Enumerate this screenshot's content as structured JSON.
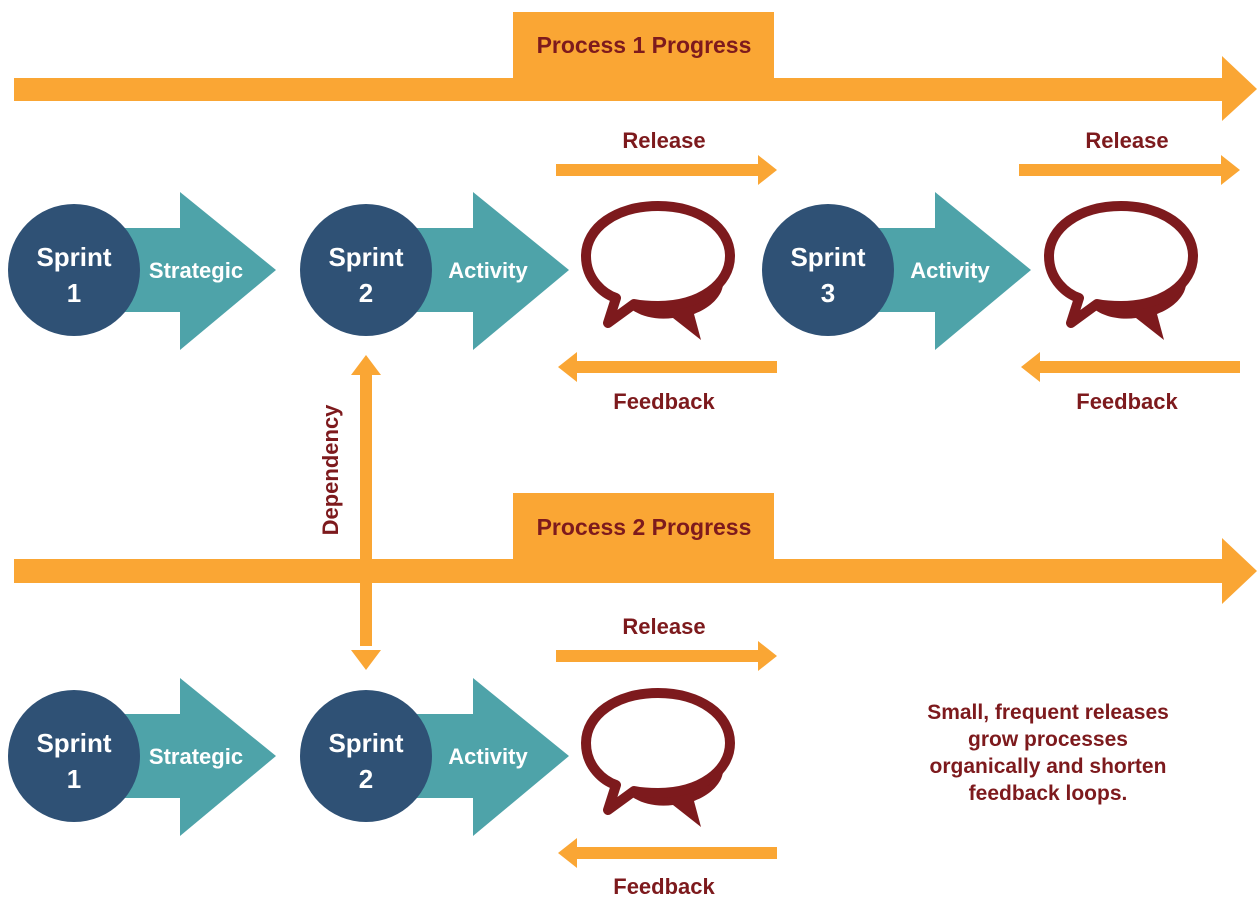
{
  "colors": {
    "orange": "#faa634",
    "teal": "#4ea3a9",
    "navy": "#2f5175",
    "maroon": "#7d1a1d",
    "white": "#ffffff"
  },
  "process1": {
    "banner": "Process 1 Progress",
    "steps": [
      {
        "sprint_word": "Sprint",
        "sprint_number": "1",
        "stage": "Strategic"
      },
      {
        "sprint_word": "Sprint",
        "sprint_number": "2",
        "stage": "Activity"
      },
      {
        "sprint_word": "Sprint",
        "sprint_number": "3",
        "stage": "Activity"
      }
    ],
    "loops": [
      {
        "release": "Release",
        "feedback": "Feedback",
        "icon": "speech-bubbles-icon"
      },
      {
        "release": "Release",
        "feedback": "Feedback",
        "icon": "speech-bubbles-icon"
      }
    ]
  },
  "process2": {
    "banner": "Process 2 Progress",
    "steps": [
      {
        "sprint_word": "Sprint",
        "sprint_number": "1",
        "stage": "Strategic"
      },
      {
        "sprint_word": "Sprint",
        "sprint_number": "2",
        "stage": "Activity"
      }
    ],
    "loops": [
      {
        "release": "Release",
        "feedback": "Feedback",
        "icon": "speech-bubbles-icon"
      }
    ]
  },
  "dependency": {
    "label": "Dependency"
  },
  "note": {
    "lines": [
      "Small, frequent releases",
      "grow processes",
      "organically and shorten",
      "feedback loops."
    ]
  }
}
